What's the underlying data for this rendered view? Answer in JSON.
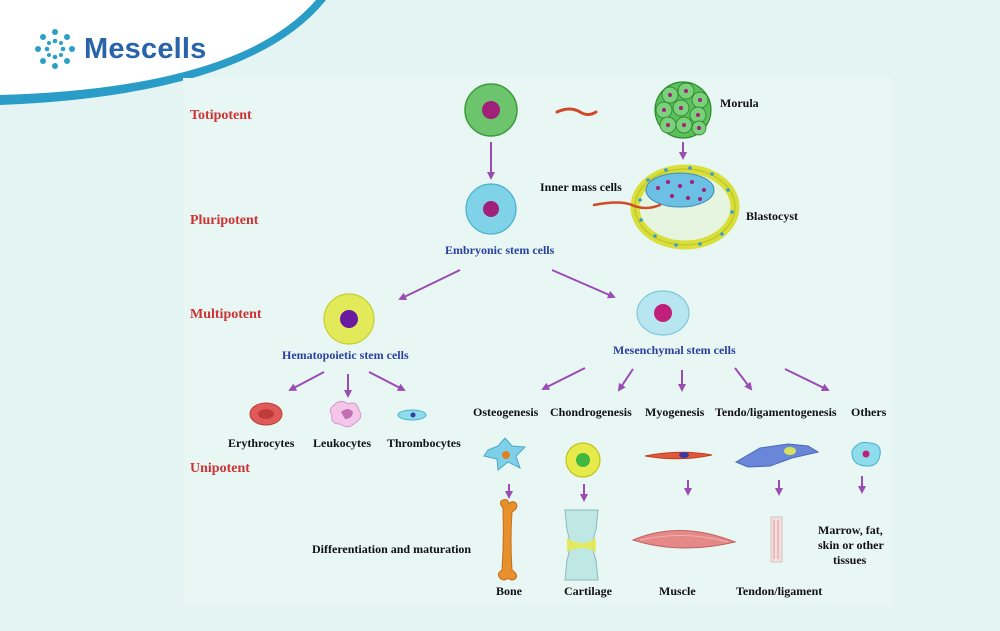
{
  "brand": {
    "name": "Mescells",
    "color": "#2a64a8"
  },
  "levels": {
    "totipotent": "Totipotent",
    "pluripotent": "Pluripotent",
    "multipotent": "Multipotent",
    "unipotent": "Unipotent"
  },
  "labels": {
    "morula": "Morula",
    "inner_mass": "Inner mass cells",
    "blastocyst": "Blastocyst",
    "embryonic": "Embryonic stem cells",
    "hematopoietic": "Hematopoietic stem cells",
    "mesenchymal": "Mesenchymal stem cells",
    "erythrocytes": "Erythrocytes",
    "leukocytes": "Leukocytes",
    "thrombocytes": "Thrombocytes",
    "osteogenesis": "Osteogenesis",
    "chondrogenesis": "Chondrogenesis",
    "myogenesis": "Myogenesis",
    "tendo": "Tendo/ligamentogenesis",
    "others": "Others",
    "differentiation": "Differentiation and maturation",
    "bone": "Bone",
    "cartilage": "Cartilage",
    "muscle": "Muscle",
    "tendon": "Tendon/ligament",
    "others_line1": "Marrow, fat,",
    "others_line2": "skin or other",
    "others_line3": "tissues"
  },
  "colors": {
    "arrow": "#9a4bb5",
    "level_text": "#cc3333",
    "stem_label": "#2a3fa0"
  }
}
